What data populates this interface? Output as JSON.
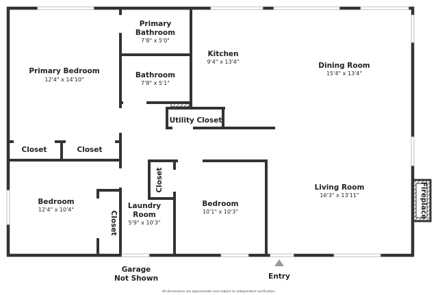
{
  "rooms": {
    "primary_bedroom": {
      "name": "Primary Bedroom",
      "dims": "12'4\" x 14'10\""
    },
    "primary_bathroom": {
      "name_line1": "Primary",
      "name_line2": "Bathroom",
      "dims": "7'8\" x 5'0\""
    },
    "bathroom": {
      "name": "Bathroom",
      "dims": "7'8\" x 5'1\""
    },
    "kitchen": {
      "name": "Kitchen",
      "dims": "9'4\" x 13'4\""
    },
    "dining_room": {
      "name": "Dining Room",
      "dims": "15'4\" x 13'4\""
    },
    "utility_closet": {
      "name": "Utility Closet"
    },
    "closet_left": {
      "name": "Closet"
    },
    "closet_right": {
      "name": "Closet"
    },
    "closet_vertical_mid": {
      "name": "Closet"
    },
    "closet_vertical_low": {
      "name": "Closet"
    },
    "bedroom_left": {
      "name": "Bedroom",
      "dims": "12'4\" x 10'4\""
    },
    "laundry_room": {
      "name_line1": "Laundry",
      "name_line2": "Room",
      "dims": "5'9\" x 10'3\""
    },
    "bedroom_center": {
      "name": "Bedroom",
      "dims": "10'1\" x 10'3\""
    },
    "living_room": {
      "name": "Living Room",
      "dims": "16'3\" x 13'11\""
    },
    "fireplace": {
      "name": "Fireplace"
    }
  },
  "labels": {
    "garage_line1": "Garage",
    "garage_line2": "Not Shown",
    "entry": "Entry",
    "disclaimer": "All dimensions are approximate and subject to independent verification."
  },
  "colors": {
    "wall": "#333333",
    "window": "#c8c8c8",
    "background": "#ffffff"
  }
}
